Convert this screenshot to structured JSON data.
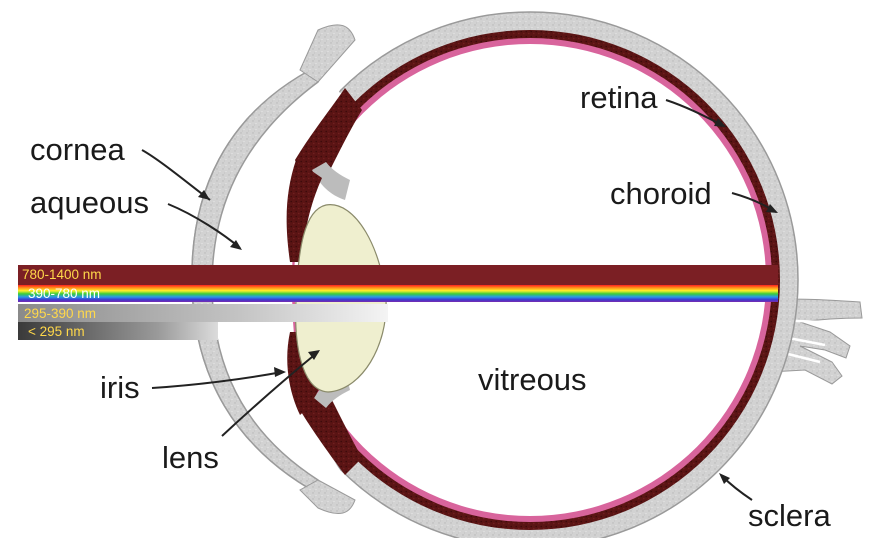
{
  "labels": {
    "cornea": "cornea",
    "aqueous": "aqueous",
    "iris": "iris",
    "lens": "lens",
    "vitreous": "vitreous",
    "retina": "retina",
    "choroid": "choroid",
    "sclera": "sclera"
  },
  "bands": [
    {
      "label": "780-1400 nm",
      "color": "#7b1f24",
      "text_color": "#ffd84a"
    },
    {
      "label": "390-780 nm",
      "color": "rainbow",
      "text_color": "#ffffff"
    },
    {
      "label": "295-390 nm",
      "color": "#9a9a9a",
      "text_color": "#ffd84a"
    },
    {
      "label": "< 295 nm",
      "color": "#4a4a4a",
      "text_color": "#ffd84a"
    }
  ],
  "colors": {
    "sclera": "#cfcfcf",
    "choroid": "#5a1414",
    "retina": "#d8649c",
    "iris": "#7a1c1c",
    "lens": "#efefcf",
    "vitreous": "#ffffff"
  }
}
